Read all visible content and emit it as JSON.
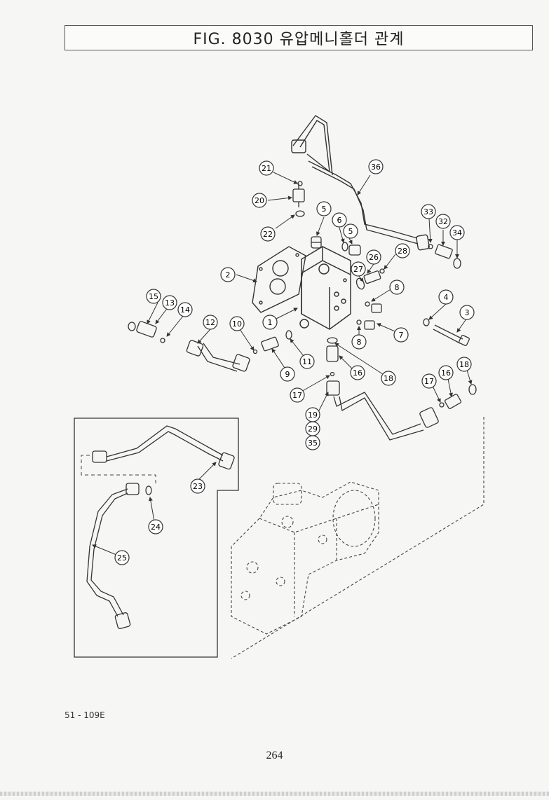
{
  "title": "FIG. 8030 유압메니홀더 관계",
  "doc_code": "51 - 109E",
  "page_number": "264",
  "callouts": [
    "1",
    "2",
    "4",
    "3",
    "5",
    "5",
    "6",
    "7",
    "8",
    "8",
    "9",
    "10",
    "11",
    "12",
    "13",
    "14",
    "15",
    "16",
    "16",
    "17",
    "17",
    "18",
    "18",
    "19",
    "29",
    "35",
    "20",
    "21",
    "22",
    "23",
    "24",
    "25",
    "26",
    "27",
    "28",
    "32",
    "33",
    "34",
    "36"
  ]
}
